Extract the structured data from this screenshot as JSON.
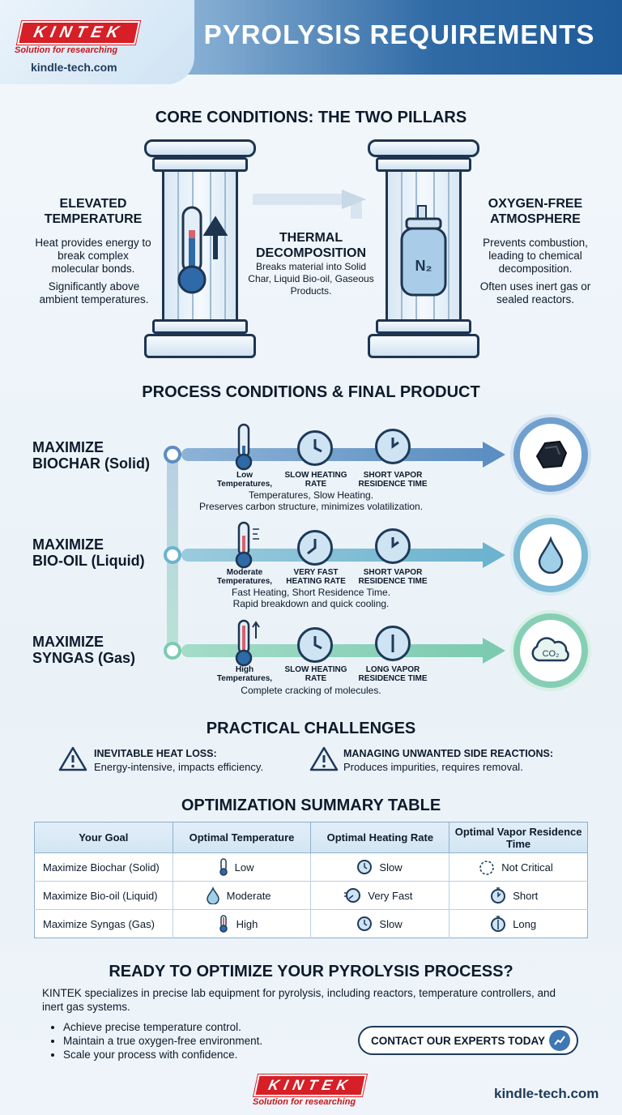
{
  "header": {
    "brand": "KINTEK",
    "tagline": "Solution for researching",
    "site": "kindle-tech.com",
    "title": "PYROLYSIS REQUIREMENTS"
  },
  "core": {
    "heading": "CORE CONDITIONS: THE TWO PILLARS",
    "left": {
      "title": "ELEVATED TEMPERATURE",
      "p1": "Heat provides energy to break complex molecular bonds.",
      "p2": "Significantly above ambient temperatures."
    },
    "center": {
      "title": "THERMAL DECOMPOSITION",
      "text": "Breaks material into Solid Char, Liquid Bio-oil, Gaseous Products."
    },
    "right": {
      "title": "OXYGEN-FREE ATMOSPHERE",
      "p1": "Prevents combustion, leading to chemical decomposition.",
      "p2": "Often uses inert gas or sealed reactors.",
      "gas_label": "N₂"
    }
  },
  "process": {
    "heading": "PROCESS CONDITIONS & FINAL PRODUCT",
    "rows": [
      {
        "title1": "MAXIMIZE",
        "title2": "BIOCHAR (Solid)",
        "temp": "Low Temperatures,",
        "rate": "SLOW HEATING RATE",
        "vapor": "SHORT VAPOR RESIDENCE TIME",
        "desc1": "Temperatures, Slow Heating.",
        "desc2": "Preserves carbon structure, minimizes volatilization.",
        "color": "#5b8ec2"
      },
      {
        "title1": "MAXIMIZE",
        "title2": "BIO-OIL (Liquid)",
        "temp": "Moderate Temperatures,",
        "rate": "VERY FAST HEATING RATE",
        "vapor": "SHORT VAPOR RESIDENCE TIME",
        "desc1": "Fast Heating, Short Residence Time.",
        "desc2": "Rapid breakdown and quick cooling.",
        "color": "#6bb3cf"
      },
      {
        "title1": "MAXIMIZE",
        "title2": "SYNGAS (Gas)",
        "temp": "High Temperatures,",
        "rate": "SLOW HEATING RATE",
        "vapor": "LONG VAPOR RESIDENCE TIME",
        "desc1": "Complete cracking of molecules.",
        "desc2": "",
        "color": "#7ccbb0",
        "gas_label": "CO₂"
      }
    ]
  },
  "challenges": {
    "heading": "PRACTICAL CHALLENGES",
    "items": [
      {
        "title": "INEVITABLE HEAT LOSS:",
        "text": "Energy-intensive, impacts efficiency."
      },
      {
        "title": "MANAGING UNWANTED SIDE REACTIONS:",
        "text": "Produces impurities, requires removal."
      }
    ]
  },
  "table": {
    "heading": "OPTIMIZATION SUMMARY TABLE",
    "headers": [
      "Your Goal",
      "Optimal Temperature",
      "Optimal Heating Rate",
      "Optimal Vapor Residence Time"
    ],
    "rows": [
      [
        "Maximize Biochar (Solid)",
        "Low",
        "Slow",
        "Not Critical"
      ],
      [
        "Maximize Bio-oil (Liquid)",
        "Moderate",
        "Very Fast",
        "Short"
      ],
      [
        "Maximize Syngas (Gas)",
        "High",
        "Slow",
        "Long"
      ]
    ]
  },
  "cta": {
    "heading": "READY TO OPTIMIZE YOUR PYROLYSIS PROCESS?",
    "intro": "KINTEK specializes in precise lab equipment for pyrolysis, including reactors, temperature controllers, and inert gas systems.",
    "bullets": [
      "Achieve precise temperature control.",
      "Maintain a true oxygen-free environment.",
      "Scale your process with confidence."
    ],
    "button": "CONTACT OUR EXPERTS TODAY"
  },
  "footer": {
    "brand": "KINTEK",
    "tagline": "Solution for researching",
    "site": "kindle-tech.com"
  }
}
